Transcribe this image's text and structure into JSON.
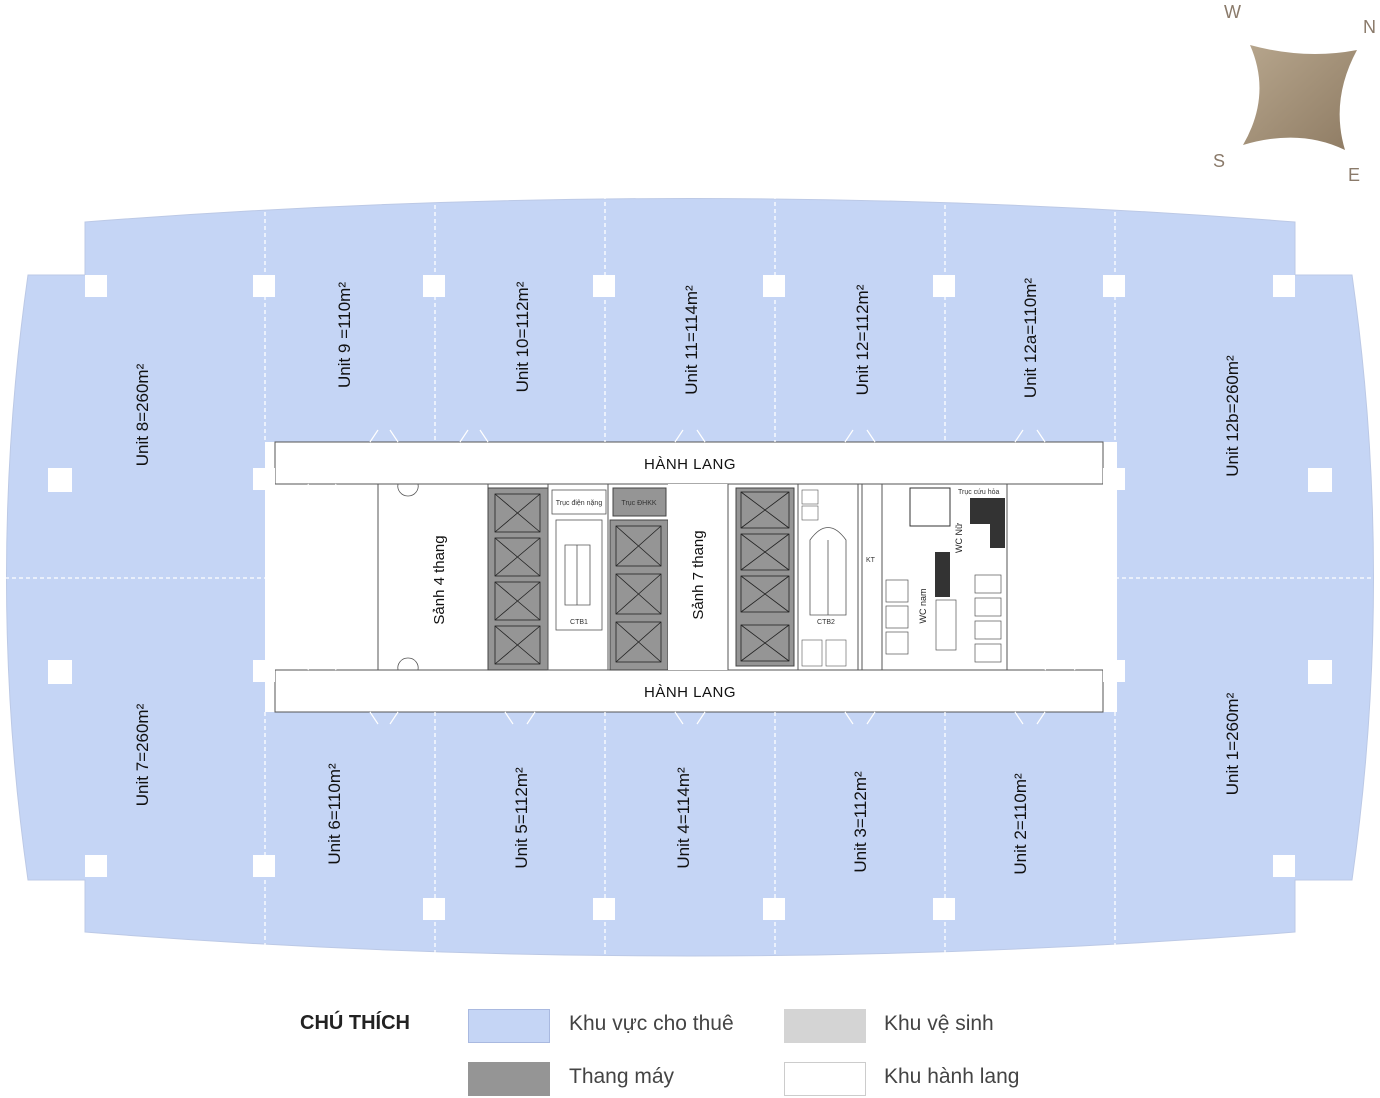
{
  "compass": {
    "w": "W",
    "n": "N",
    "s": "S",
    "e": "E"
  },
  "units": {
    "u1": "Unit 1=260m²",
    "u2": "Unit 2=110m²",
    "u3": "Unit 3=112m²",
    "u4": "Unit 4=114m²",
    "u5": "Unit 5=112m²",
    "u6": "Unit 6=110m²",
    "u7": "Unit 7=260m²",
    "u8": "Unit 8=260m²",
    "u9": "Unit 9 =110m²",
    "u10": "Unit 10=112m²",
    "u11": "Unit 11=114m²",
    "u12": "Unit 12=112m²",
    "u12a": "Unit 12a=110m²",
    "u12b": "Unit 12b=260m²"
  },
  "corridor": {
    "top": "HÀNH LANG",
    "bottom": "HÀNH LANG"
  },
  "core": {
    "lobby4": "Sảnh 4 thang",
    "lobby7": "Sảnh 7 thang",
    "truc_dien_nang": "Trục điện nặng",
    "truc_dhkk": "Trục ĐHKK",
    "truc_cuu_hoa": "Trục cứu hỏa",
    "ctb1": "CTB1",
    "ctb2": "CTB2",
    "kt": "KT",
    "wc_nam": "WC nam",
    "wc_nu": "WC Nữ"
  },
  "legend": {
    "title": "CHÚ THÍCH",
    "items": [
      {
        "label": "Khu vực cho thuê",
        "color": "#c5d5f5"
      },
      {
        "label": "Khu vệ sinh",
        "color": "#d4d4d4"
      },
      {
        "label": "Thang máy",
        "color": "#959595"
      },
      {
        "label": "Khu hành lang",
        "color": "#ffffff"
      }
    ]
  },
  "colors": {
    "rental": "#c5d5f5",
    "toilet": "#d4d4d4",
    "elevator": "#959595",
    "corridor": "#ffffff",
    "compass": "#a89378"
  }
}
